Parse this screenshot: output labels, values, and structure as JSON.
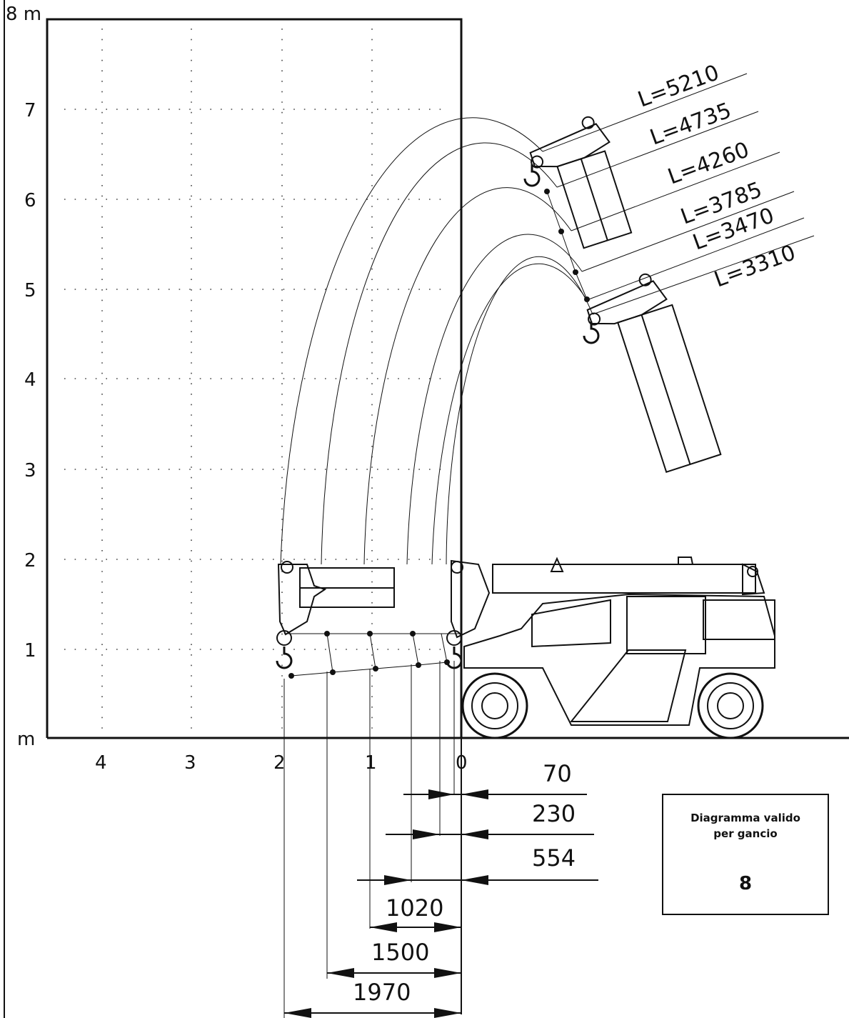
{
  "axis": {
    "y_unit_top": "8 m",
    "y_unit_bottom": "m",
    "y_ticks": [
      "7",
      "6",
      "5",
      "4",
      "3",
      "2",
      "1"
    ],
    "x_ticks": [
      "4",
      "3",
      "2",
      "1",
      "0"
    ]
  },
  "boom_lengths": [
    "L=5210",
    "L=4735",
    "L=4260",
    "L=3785",
    "L=3470",
    "L=3310"
  ],
  "dimensions": {
    "right": [
      "70",
      "230",
      "554"
    ],
    "left": [
      "1020",
      "1500",
      "1970"
    ]
  },
  "note": {
    "line1": "Diagramma valido",
    "line2": "per gancio",
    "symbol": "8"
  },
  "colors": {
    "ink": "#111111",
    "background": "#ffffff"
  }
}
